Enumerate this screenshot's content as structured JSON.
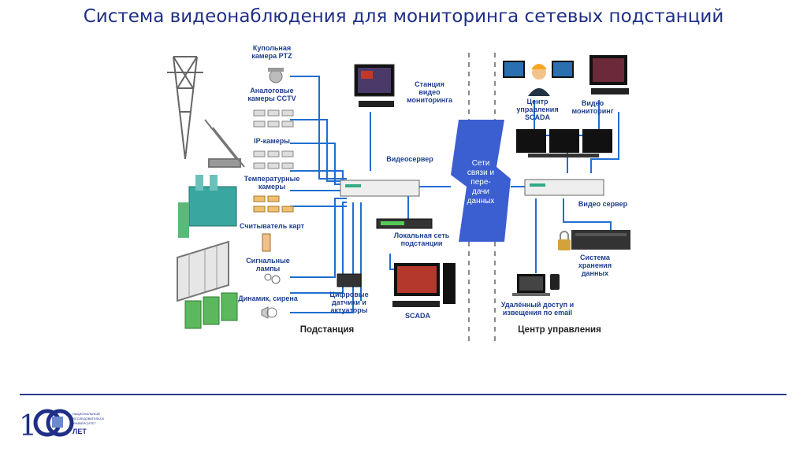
{
  "slide": {
    "title": "Система видеонаблюдения для мониторинга сетевых подстанций"
  },
  "diagram": {
    "devices": {
      "ptz": [
        "Купольная",
        "камера PTZ"
      ],
      "cctv": [
        "Аналоговые",
        "камеры CCTV"
      ],
      "ip": [
        "IP-камеры"
      ],
      "thermal": [
        "Температурные",
        "камеры"
      ],
      "card": [
        "Считыватель карт"
      ],
      "lamps": [
        "Сигнальные",
        "лампы"
      ],
      "speaker": [
        "Динамик, сирена"
      ],
      "digital": [
        "Цифровые",
        "датчики и",
        "актуаторы"
      ],
      "station": [
        "Станция",
        "видео",
        "мониторинга"
      ],
      "videoserver_left": [
        "Видеосервер"
      ],
      "lan": [
        "Локальная сеть",
        "подстанции"
      ],
      "scada": [
        "SCADA"
      ],
      "network": [
        "Сети",
        "связи и",
        "пере-",
        "дачи",
        "данных"
      ],
      "scada_center": [
        "Центр",
        "управления",
        "SCADA"
      ],
      "video_monitoring": [
        "Видео",
        "мониторинг"
      ],
      "videoserver_right": [
        "Видео сервер"
      ],
      "storage": [
        "Система",
        "хранения",
        "данных"
      ],
      "remote": [
        "Удалённый доступ и",
        "извещения по email"
      ]
    },
    "zones": {
      "substation": "Подстанция",
      "control_center": "Центр управления"
    }
  },
  "logo": {
    "number": "1",
    "text": [
      "НАЦИОНАЛЬНЫЙ",
      "ИССЛЕДОВАТЕЛЬСКИЙ",
      "УНИВЕРСИТЕТ"
    ],
    "years": "ЛЕТ"
  },
  "colors": {
    "title": "#1f2f86",
    "wire": "#1f6fd0",
    "label": "#1d3f8f",
    "network": "#3b5fd0"
  }
}
